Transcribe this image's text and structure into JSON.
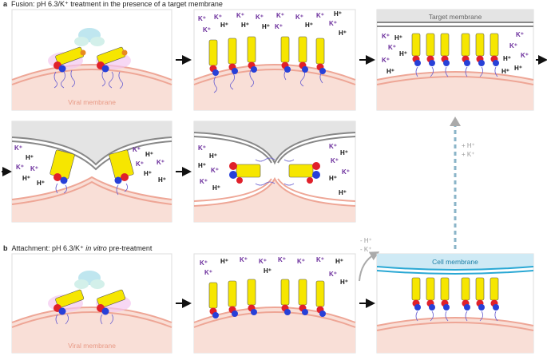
{
  "section_a": {
    "letter": "a",
    "caption": "Fusion: pH 6.3/K⁺ treatment in the presence of a target membrane"
  },
  "section_b": {
    "letter": "b",
    "caption_prefix": "Attachment: pH 6.3/K⁺ ",
    "caption_italic": "in vitro",
    "caption_suffix": " pre-treatment"
  },
  "labels": {
    "viral_membrane": "Viral membrane",
    "target_membrane": "Target membrane",
    "cell_membrane": "Cell membrane",
    "k_ion": "K⁺",
    "h_ion": "H⁺",
    "plus_h": "+ H⁺",
    "plus_k": "+ K⁺",
    "minus_h": "- H⁺",
    "minus_k": "- K⁺"
  },
  "colors": {
    "membrane_fill": "#f9dfd7",
    "membrane_line": "#eea696",
    "target_membrane": "#888888",
    "cell_membrane": "#2aa8d4",
    "cell_membrane_fill": "#cfeaf5",
    "k_ion": "#6a2c9b",
    "h_ion": "#111111",
    "helix_yellow": "#f6e600",
    "red_domain": "#e0202a",
    "blue_domain": "#2740d8",
    "arrow": "#111111",
    "dashed_arrow": "#8ab4c8",
    "grey_arrow": "#999999"
  }
}
